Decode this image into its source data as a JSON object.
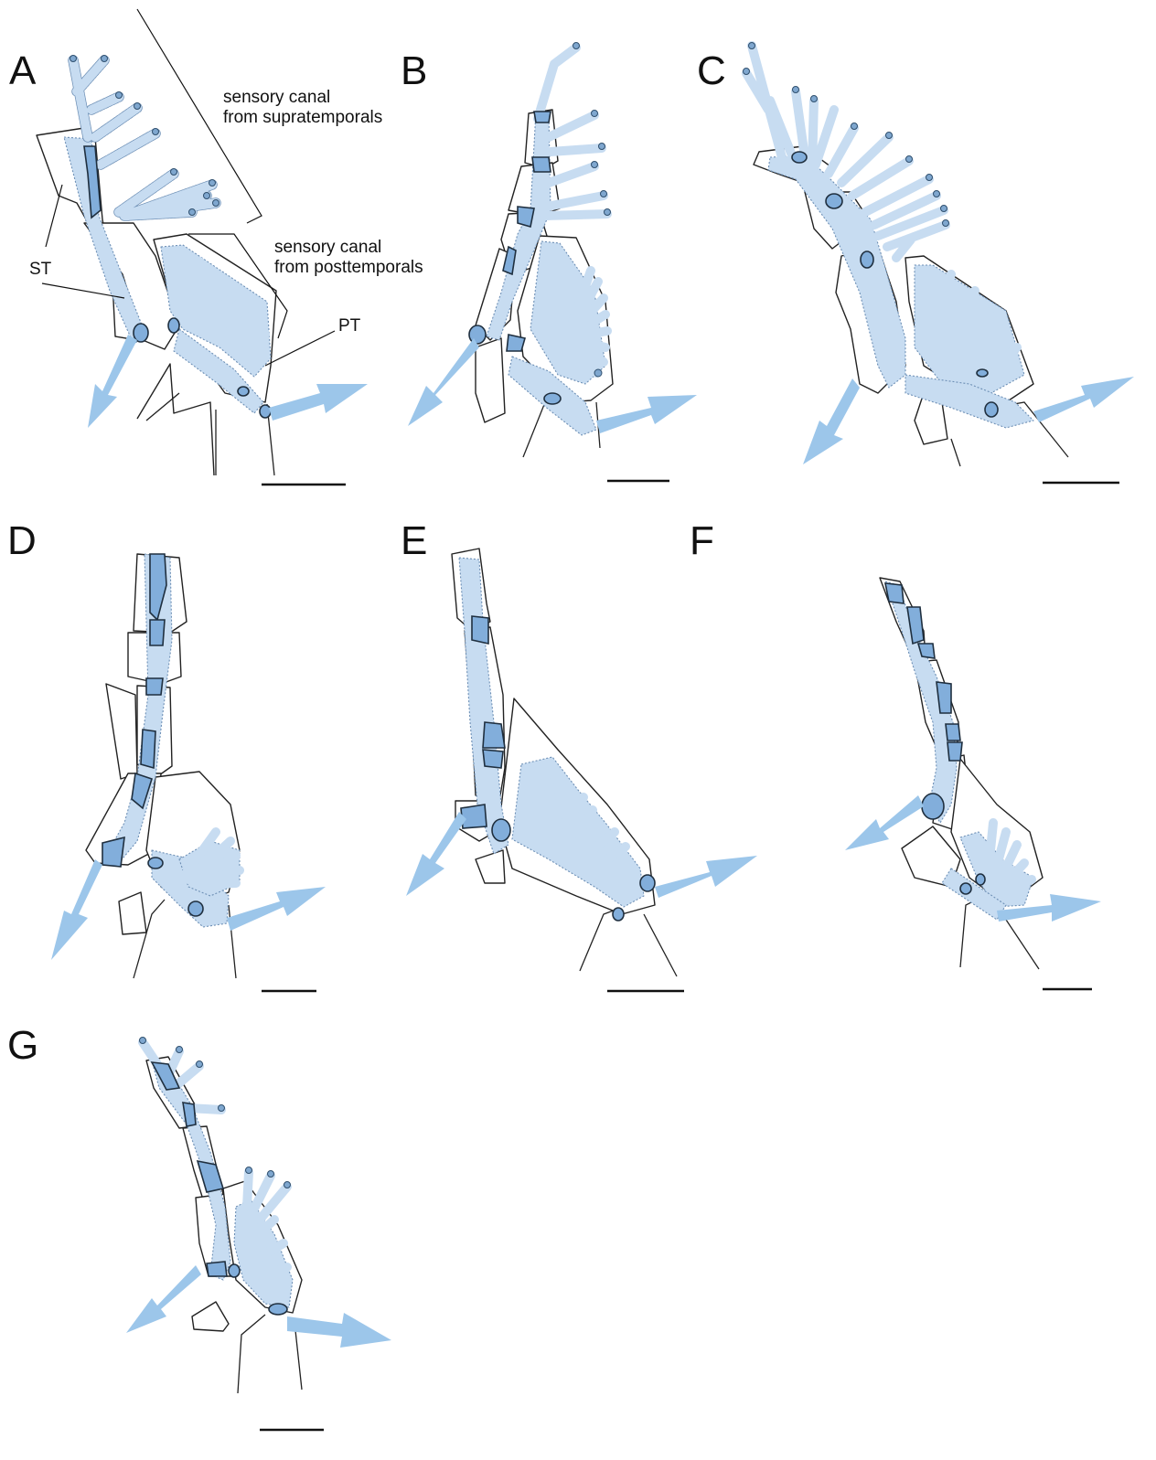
{
  "panels": {
    "a": "A",
    "b": "B",
    "c": "C",
    "d": "D",
    "e": "E",
    "f": "F",
    "g": "G"
  },
  "annotations": {
    "supratemporal_canal_line1": "sensory canal",
    "supratemporal_canal_line2": "from supratemporals",
    "posttemporal_canal_line1": "sensory canal",
    "posttemporal_canal_line2": "from posttemporals",
    "st": "ST",
    "pt": "PT"
  },
  "colors": {
    "canal_fill": "#c7dcf1",
    "canal_outline": "#6d8fb5",
    "joint_fill": "#82aedb",
    "arrow": "#9cc6ea",
    "bone_outline": "#222222"
  }
}
